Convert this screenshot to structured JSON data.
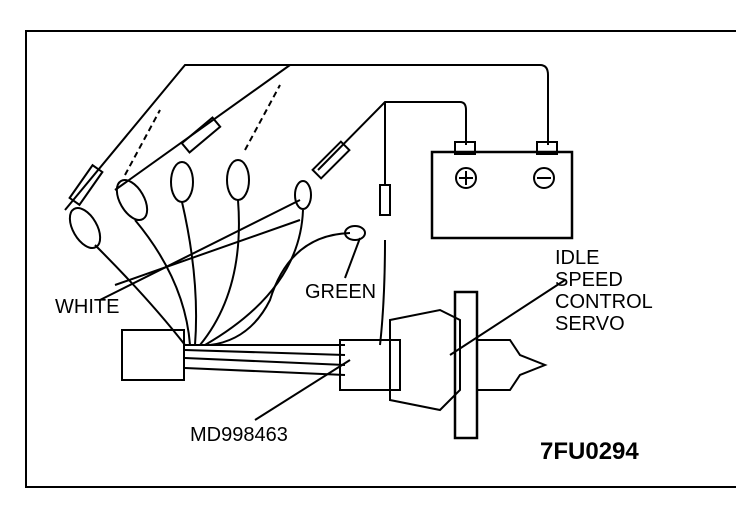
{
  "labels": {
    "white": "WHITE",
    "green": "GREEN",
    "servo": [
      "IDLE",
      "SPEED",
      "CONTROL",
      "SERVO"
    ],
    "tool": "MD998463",
    "figure_code": "7FU0294"
  },
  "battery": {
    "positive": "⊕",
    "negative": "⊖"
  }
}
